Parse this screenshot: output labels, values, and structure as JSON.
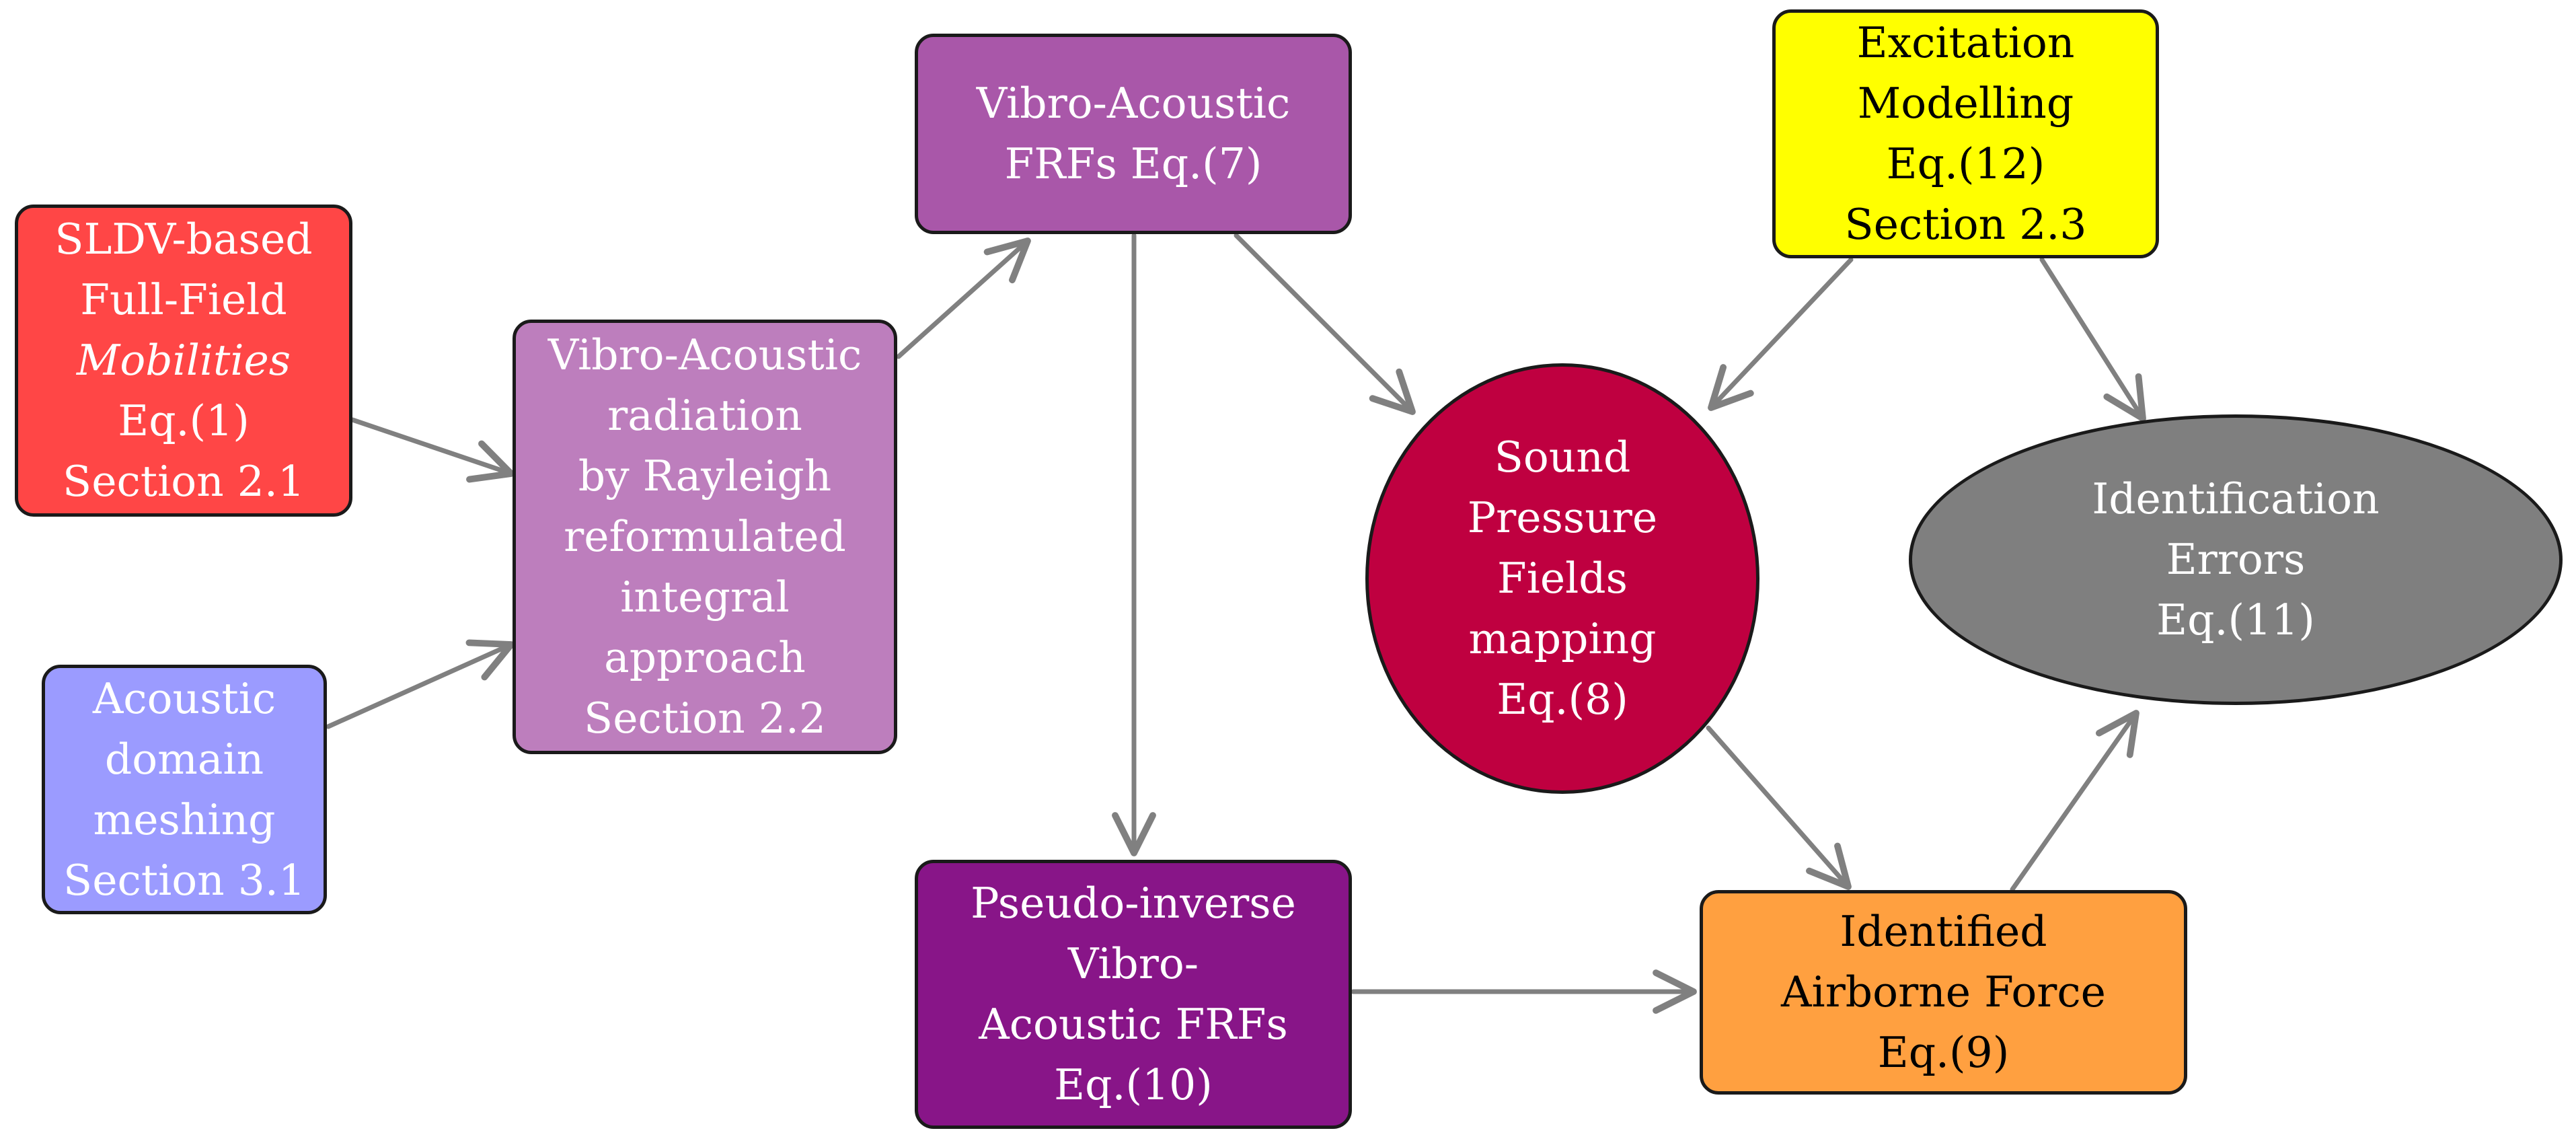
{
  "nodes": {
    "sldv": {
      "lines": [
        "SLDV-based",
        "Full-Field",
        "Mobilities",
        "Eq.(1)",
        "Section 2.1"
      ],
      "italic_lines": [
        2
      ],
      "fill": "#ff4646",
      "text_color": "#ffffff"
    },
    "acoustic_meshing": {
      "lines": [
        "Acoustic",
        "domain",
        "meshing",
        "Section 3.1"
      ],
      "fill": "#9b9bff",
      "text_color": "#ffffff"
    },
    "rayleigh": {
      "lines": [
        "Vibro-Acoustic",
        "radiation",
        "by Rayleigh",
        "reformulated",
        "integral",
        "approach",
        "Section 2.2"
      ],
      "fill": "#bd7ebd",
      "text_color": "#ffffff"
    },
    "vibro_frfs": {
      "lines": [
        "Vibro-Acoustic",
        "FRFs Eq.(7)"
      ],
      "fill": "#a957a9",
      "text_color": "#ffffff"
    },
    "excitation": {
      "lines": [
        "Excitation",
        "Modelling",
        "Eq.(12)",
        "Section 2.3"
      ],
      "fill": "#ffff00",
      "text_color": "#000000"
    },
    "sound_pressure": {
      "lines": [
        "Sound",
        "Pressure",
        "Fields",
        "mapping",
        "Eq.(8)"
      ],
      "fill": "#bf0040",
      "text_color": "#ffffff"
    },
    "errors": {
      "lines": [
        "Identification",
        "Errors",
        "Eq.(11)"
      ],
      "fill": "#7f7f7f",
      "text_color": "#ffffff"
    },
    "pseudo_inverse": {
      "lines": [
        "Pseudo-inverse",
        "Vibro-",
        "Acoustic FRFs",
        "Eq.(10)"
      ],
      "fill": "#881588",
      "text_color": "#ffffff"
    },
    "identified_force": {
      "lines": [
        "Identified",
        "Airborne Force",
        "Eq.(9)"
      ],
      "fill": "#ffa040",
      "text_color": "#000000"
    }
  },
  "edges": [
    {
      "from": "sldv",
      "to": "rayleigh"
    },
    {
      "from": "acoustic_meshing",
      "to": "rayleigh"
    },
    {
      "from": "rayleigh",
      "to": "vibro_frfs"
    },
    {
      "from": "vibro_frfs",
      "to": "sound_pressure"
    },
    {
      "from": "vibro_frfs",
      "to": "pseudo_inverse"
    },
    {
      "from": "excitation",
      "to": "sound_pressure"
    },
    {
      "from": "excitation",
      "to": "errors"
    },
    {
      "from": "sound_pressure",
      "to": "identified_force"
    },
    {
      "from": "pseudo_inverse",
      "to": "identified_force"
    },
    {
      "from": "identified_force",
      "to": "errors"
    }
  ],
  "arrow_color": "#808080"
}
